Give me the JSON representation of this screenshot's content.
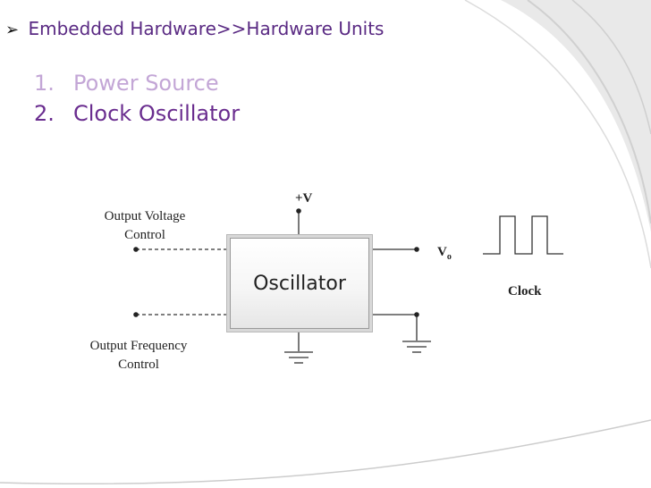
{
  "heading": {
    "bullet": "➢",
    "text": "Embedded Hardware>>Hardware Units"
  },
  "list": [
    {
      "num": "1.",
      "label": "Power Source"
    },
    {
      "num": "2.",
      "label": "Clock Oscillator"
    }
  ],
  "diagram": {
    "supply_label": "+V",
    "output_label": "V",
    "output_subscript": "o",
    "block_label": "Oscillator",
    "voltage_control_label": [
      "Output Voltage",
      "Control"
    ],
    "frequency_control_label": [
      "Output Frequency",
      "Control"
    ],
    "clock_label": "Clock"
  },
  "colors": {
    "heading": "#5a2a83",
    "item_dim": "#c3a6d6",
    "item_active": "#6a2d8f",
    "wire": "#333333"
  }
}
